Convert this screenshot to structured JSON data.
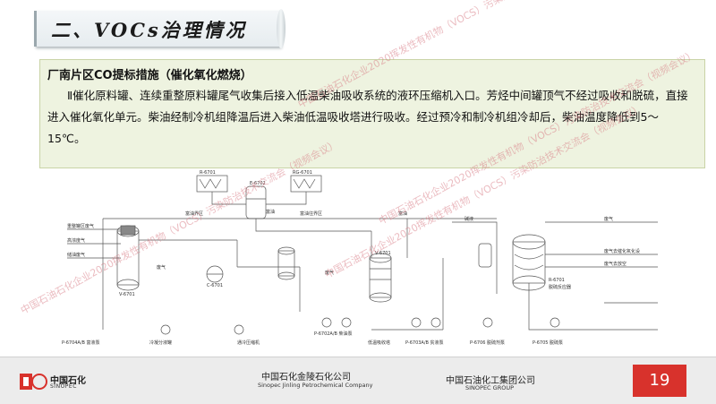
{
  "title": "二、VOCs治理情况",
  "section": {
    "subtitle": "厂南片区CO提标措施（催化氧化燃烧）",
    "paragraph": "Ⅱ催化原料罐、连续重整原料罐尾气收集后接入低温柴油吸收系统的液环压缩机入口。芳烃中间罐顶气不经过吸收和脱硫，直接进入催化氧化单元。柴油经制冷机组降温后进入柴油低温吸收塔进行吸收。经过预冷和制冷机组冷却后，柴油温度降低到5～15℃。"
  },
  "watermark": "中国石油石化企业2020挥发性有机物（VOCS）污染防治技术交流会（视频会议）",
  "diagram": {
    "labels": {
      "r_a": "R-6701",
      "r_b": "RG-6701",
      "e_a": "E-6702",
      "area_top": "富油",
      "area_mid": "富油界区",
      "area_left": "富油往界区",
      "gas1": "重整罐区废气",
      "gas2": "高浓度气",
      "gas3": "储油废气",
      "v_left": "V-6701",
      "c_pump": "C-6701",
      "v_right": "V-6701",
      "rich_bottom": "富油",
      "p_left": "P-6704A/B 富液泵",
      "p_cool": "冷凝分液罐",
      "p_lowtemp": "通冷压缩机",
      "p_mid": "P-6702A/B 柴油泵",
      "p_abs": "低温吸收塔",
      "p_b": "P-6703A/B 贫液泵",
      "p_c": "P-6705 脱硫泵",
      "p_d": "P-6706 脱硫剂泵",
      "rx_right": "R-6701",
      "rx_right2": "脱硫反应器",
      "exhaust1": "废气",
      "exhaust2": "废气去催化氧化设",
      "exhaust3": "废气去放空",
      "to_right": "碱液",
      "flow_a": "废气",
      "flow_b": "废气"
    }
  },
  "footer": {
    "logo_cn": "中国石化",
    "logo_en": "SINOPEC",
    "company1_cn": "中国石化金陵石化公司",
    "company1_en": "Sinopec Jinling Petrochemical Company",
    "company2_cn": "中国石油化工集团公司",
    "company2_en": "SINOPEC GROUP",
    "page": "19"
  }
}
